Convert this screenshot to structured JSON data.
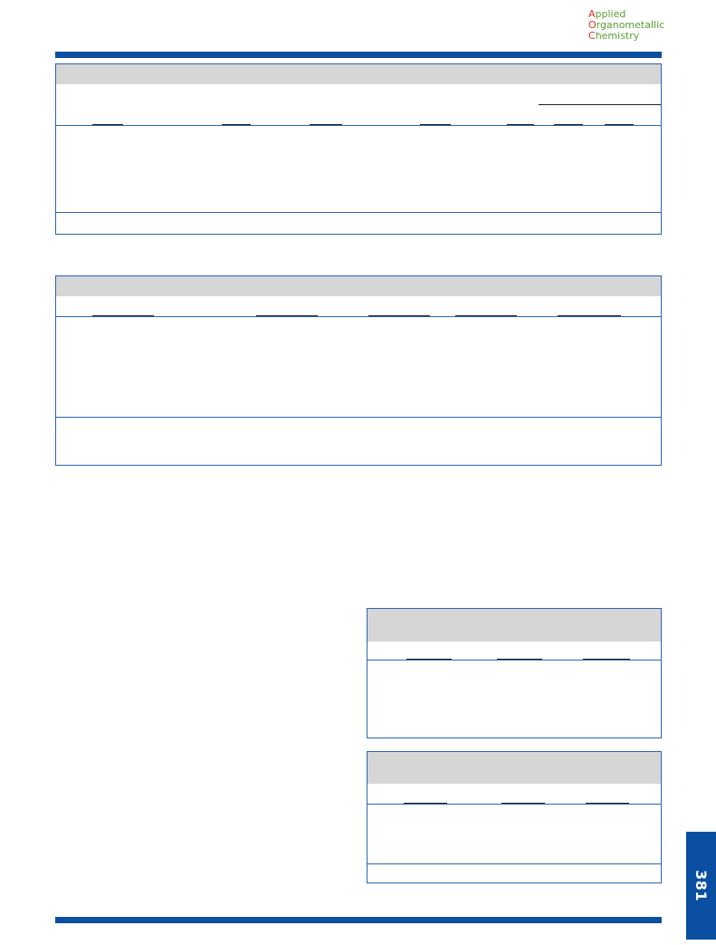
{
  "journal_logo": {
    "line1_initial": "A",
    "line1_rest": "pplied",
    "line2_initial": "O",
    "line2_rest": "rganometallic",
    "line3_initial": "C",
    "line3_rest": "hemistry"
  },
  "page_number": "381",
  "colors": {
    "brand_blue": "#0a4fa2",
    "header_gray": "#d6d6d6",
    "logo_red": "#d9332b",
    "logo_green": "#5aa033"
  }
}
